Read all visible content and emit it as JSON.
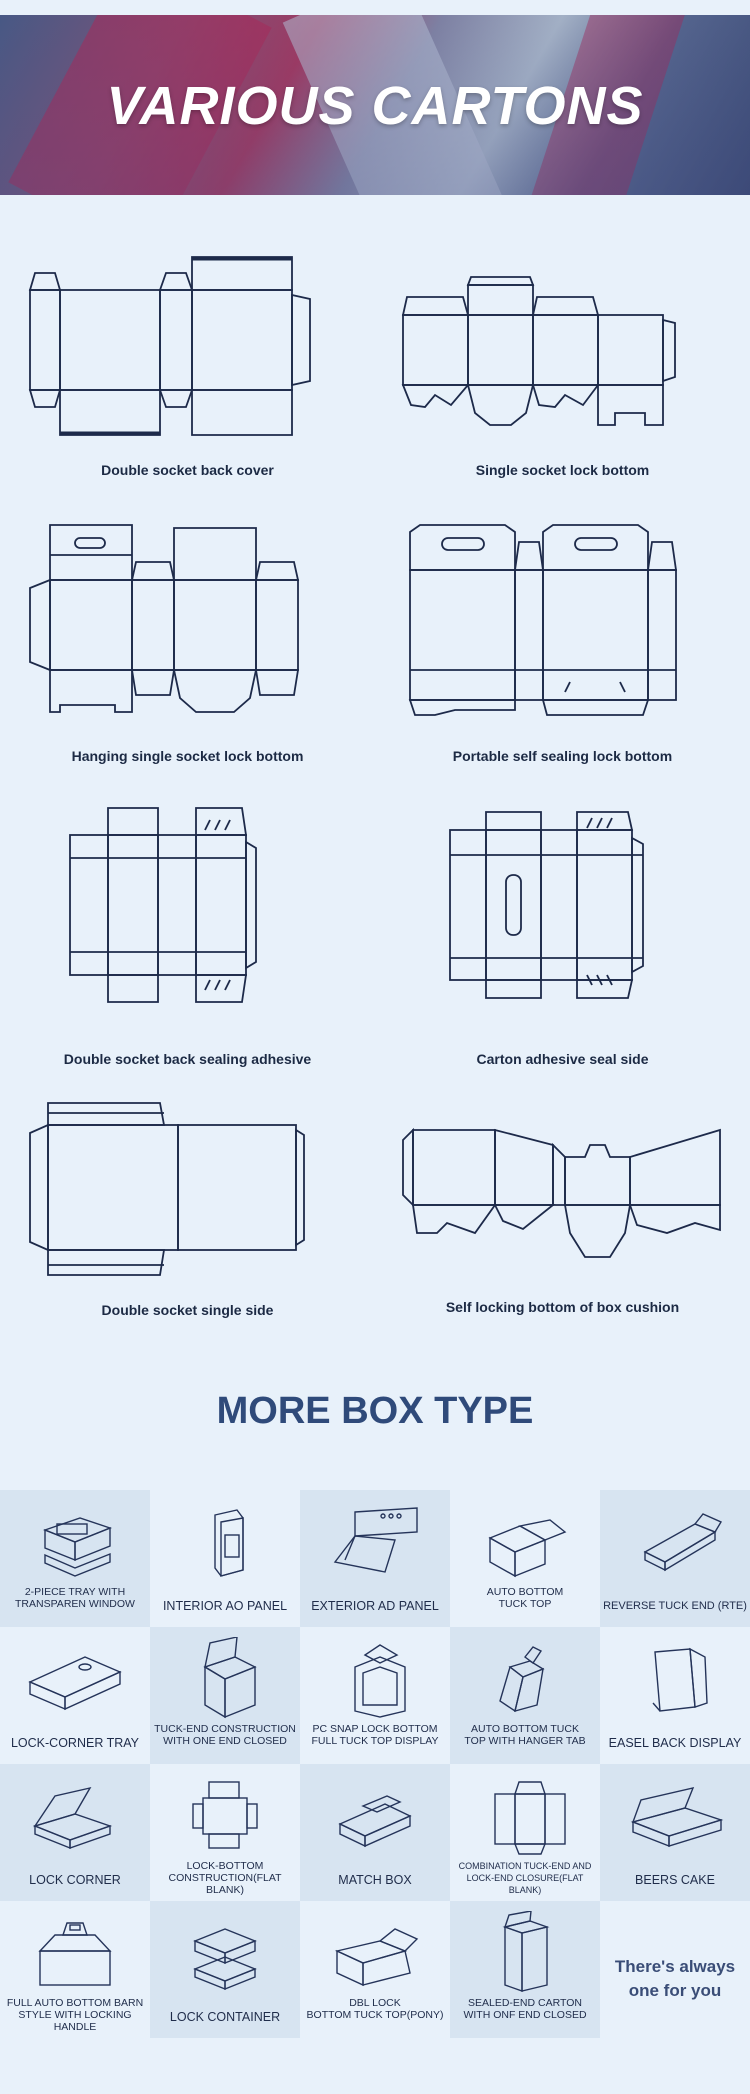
{
  "banner": {
    "title": "VARIOUS CARTONS"
  },
  "cartons": [
    {
      "label": "Double socket back cover"
    },
    {
      "label": "Single socket lock bottom"
    },
    {
      "label": "Hanging single socket lock bottom"
    },
    {
      "label": "Portable self sealing lock bottom"
    },
    {
      "label": "Double socket back sealing adhesive"
    },
    {
      "label": "Carton adhesive seal side"
    },
    {
      "label": "Double socket single side"
    },
    {
      "label": "Self locking bottom of box cushion"
    }
  ],
  "more_section": {
    "title": "MORE BOX TYPE"
  },
  "box_types": [
    {
      "label_1": "2-PIECE TRAY WITH",
      "label_2": "TRANSPAREN WINDOW"
    },
    {
      "label_1": "INTERIOR AO PANEL",
      "label_2": ""
    },
    {
      "label_1": "EXTERIOR AD PANEL",
      "label_2": ""
    },
    {
      "label_1": "AUTO BOTTOM",
      "label_2": "TUCK TOP"
    },
    {
      "label_1": "REVERSE TUCK END (RTE)",
      "label_2": ""
    },
    {
      "label_1": "LOCK-CORNER TRAY",
      "label_2": ""
    },
    {
      "label_1": "TUCK-END CONSTRUCTION",
      "label_2": "WITH ONE END CLOSED"
    },
    {
      "label_1": "PC SNAP LOCK BOTTOM",
      "label_2": "FULL TUCK TOP DISPLAY"
    },
    {
      "label_1": "AUTO BOTTOM TUCK",
      "label_2": "TOP WITH HANGER TAB"
    },
    {
      "label_1": "EASEL BACK DISPLAY",
      "label_2": ""
    },
    {
      "label_1": "LOCK CORNER",
      "label_2": ""
    },
    {
      "label_1": "LOCK-BOTTOM",
      "label_2": "CONSTRUCTION(FLAT BLANK)"
    },
    {
      "label_1": "MATCH BOX",
      "label_2": ""
    },
    {
      "label_1": "COMBINATION TUCK-END AND",
      "label_2": "LOCK-END CLOSURE(FLAT BLANK)"
    },
    {
      "label_1": "BEERS CAKE",
      "label_2": ""
    },
    {
      "label_1": "FULL AUTO BOTTOM BARN",
      "label_2": "STYLE WITH LOCKING HANDLE"
    },
    {
      "label_1": "LOCK  CONTAINER",
      "label_2": ""
    },
    {
      "label_1": "DBL LOCK",
      "label_2": "BOTTOM TUCK TOP(PONY)"
    },
    {
      "label_1": "SEALED-END CARTON",
      "label_2": "WITH  ONF END CLOSED"
    }
  ],
  "slogan": {
    "line_1": "There's always",
    "line_2": "one for you"
  }
}
